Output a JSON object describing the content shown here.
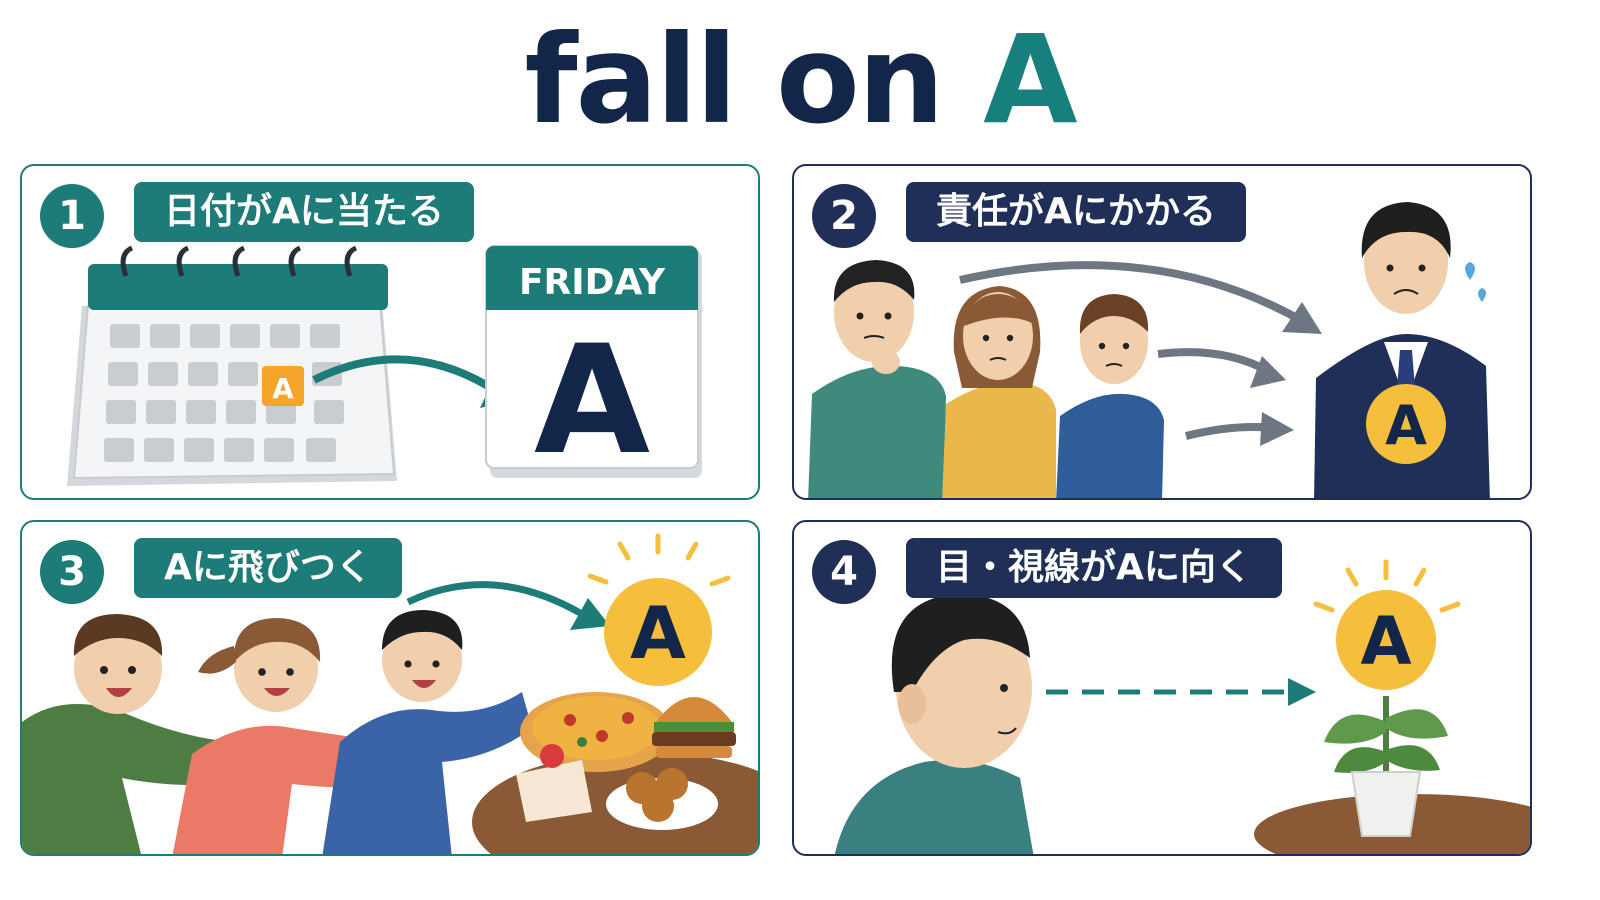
{
  "title": {
    "main": "fall on ",
    "accent": "A"
  },
  "colors": {
    "navy": "#12264a",
    "teal": "#1d7b78",
    "yellow": "#f5be3c",
    "orange": "#f4a52a",
    "gray_arrow": "#6e7682"
  },
  "panels": [
    {
      "number": "1",
      "label": "日付がAに当たる",
      "calendar_mark": "A",
      "card_day": "FRIDAY",
      "card_letter": "A"
    },
    {
      "number": "2",
      "label": "責任がAにかかる",
      "badge": "A"
    },
    {
      "number": "3",
      "label": "Aに飛びつく",
      "badge": "A"
    },
    {
      "number": "4",
      "label": "目・視線がAに向く",
      "badge": "A"
    }
  ],
  "icons": [
    "calendar-icon",
    "person-icon",
    "pizza-icon",
    "burger-icon",
    "cake-icon",
    "plant-icon",
    "sun-rays-icon"
  ]
}
